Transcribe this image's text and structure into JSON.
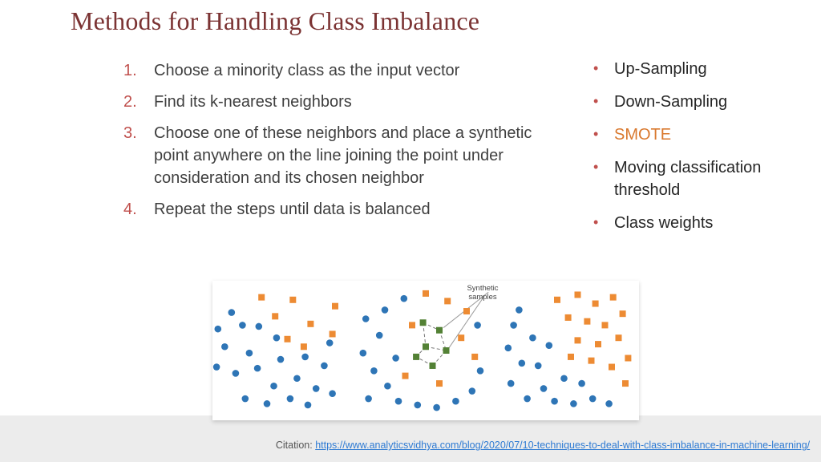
{
  "colors": {
    "title": "#7b3333",
    "accent_red": "#c0504d",
    "body_text": "#3f3f3f",
    "smote_orange": "#d9782d",
    "link_blue": "#2f7bd3",
    "dot_blue": "#2e75b6",
    "square_orange": "#ed8b33",
    "square_green": "#538135"
  },
  "slide": {
    "title": "Methods for Handling Class Imbalance",
    "steps": [
      {
        "number": "1.",
        "text": "Choose a minority class as the input vector"
      },
      {
        "number": "2.",
        "text": "Find its k-nearest neighbors"
      },
      {
        "number": "3.",
        "text": "Choose one of these neighbors and place a synthetic point anywhere on the line joining the point under consideration and its chosen neighbor"
      },
      {
        "number": "4.",
        "text": "Repeat the steps until data is balanced"
      }
    ],
    "bullets": [
      {
        "text": "Up-Sampling",
        "highlight": false
      },
      {
        "text": "Down-Sampling",
        "highlight": false
      },
      {
        "text": "SMOTE",
        "highlight": true
      },
      {
        "text": "Moving classification threshold",
        "highlight": false
      },
      {
        "text": "Class weights",
        "highlight": false
      }
    ],
    "figure": {
      "annotation": "Synthetic samples",
      "panels": [
        {
          "blue": [
            [
              14,
              20
            ],
            [
              4,
              33
            ],
            [
              22,
              30
            ],
            [
              9,
              47
            ],
            [
              27,
              52
            ],
            [
              3,
              63
            ],
            [
              17,
              68
            ],
            [
              33,
              64
            ],
            [
              45,
              78
            ],
            [
              24,
              88
            ],
            [
              40,
              92
            ],
            [
              57,
              88
            ],
            [
              70,
              93
            ],
            [
              50,
              57
            ],
            [
              62,
              72
            ],
            [
              76,
              80
            ],
            [
              47,
              40
            ],
            [
              68,
              55
            ],
            [
              82,
              62
            ],
            [
              88,
              84
            ],
            [
              34,
              31
            ],
            [
              86,
              44
            ]
          ],
          "orange": [
            [
              36,
              8
            ],
            [
              59,
              10
            ],
            [
              46,
              23
            ],
            [
              72,
              29
            ],
            [
              88,
              37
            ],
            [
              55,
              41
            ],
            [
              67,
              47
            ],
            [
              90,
              15
            ]
          ]
        },
        {
          "blue": [
            [
              6,
              25
            ],
            [
              16,
              38
            ],
            [
              4,
              52
            ],
            [
              12,
              66
            ],
            [
              22,
              78
            ],
            [
              8,
              88
            ],
            [
              30,
              90
            ],
            [
              44,
              93
            ],
            [
              58,
              95
            ],
            [
              72,
              90
            ],
            [
              84,
              82
            ],
            [
              90,
              66
            ],
            [
              28,
              56
            ],
            [
              20,
              18
            ],
            [
              34,
              9
            ],
            [
              88,
              30
            ]
          ],
          "orange": [
            [
              50,
              5
            ],
            [
              66,
              11
            ],
            [
              80,
              19
            ],
            [
              40,
              30
            ],
            [
              76,
              40
            ],
            [
              60,
              76
            ],
            [
              35,
              70
            ],
            [
              86,
              55
            ]
          ],
          "green": [
            [
              48,
              28
            ],
            [
              60,
              34
            ],
            [
              50,
              47
            ],
            [
              65,
              50
            ],
            [
              55,
              62
            ],
            [
              43,
              55
            ]
          ],
          "links": [
            [
              0,
              1
            ],
            [
              0,
              2
            ],
            [
              1,
              3
            ],
            [
              2,
              3
            ],
            [
              2,
              5
            ],
            [
              3,
              4
            ],
            [
              4,
              5
            ]
          ],
          "arrows": [
            [
              [
                96,
                4
              ],
              [
                63,
                32
              ]
            ],
            [
              [
                93,
                7
              ],
              [
                67,
                48
              ]
            ]
          ]
        },
        {
          "blue": [
            [
              8,
              30
            ],
            [
              4,
              48
            ],
            [
              14,
              60
            ],
            [
              6,
              76
            ],
            [
              18,
              88
            ],
            [
              30,
              80
            ],
            [
              26,
              62
            ],
            [
              38,
              90
            ],
            [
              52,
              92
            ],
            [
              66,
              88
            ],
            [
              45,
              72
            ],
            [
              34,
              46
            ],
            [
              22,
              40
            ],
            [
              58,
              76
            ],
            [
              78,
              92
            ],
            [
              12,
              18
            ]
          ],
          "orange": [
            [
              40,
              10
            ],
            [
              55,
              6
            ],
            [
              68,
              13
            ],
            [
              81,
              8
            ],
            [
              48,
              24
            ],
            [
              62,
              27
            ],
            [
              75,
              30
            ],
            [
              88,
              21
            ],
            [
              55,
              42
            ],
            [
              70,
              45
            ],
            [
              85,
              40
            ],
            [
              92,
              56
            ],
            [
              65,
              58
            ],
            [
              80,
              63
            ],
            [
              90,
              76
            ],
            [
              50,
              55
            ]
          ]
        }
      ]
    },
    "footer": {
      "citation_label": "Citation:",
      "citation_url": "https://www.analyticsvidhya.com/blog/2020/07/10-techniques-to-deal-with-class-imbalance-in-machine-learning/"
    }
  }
}
